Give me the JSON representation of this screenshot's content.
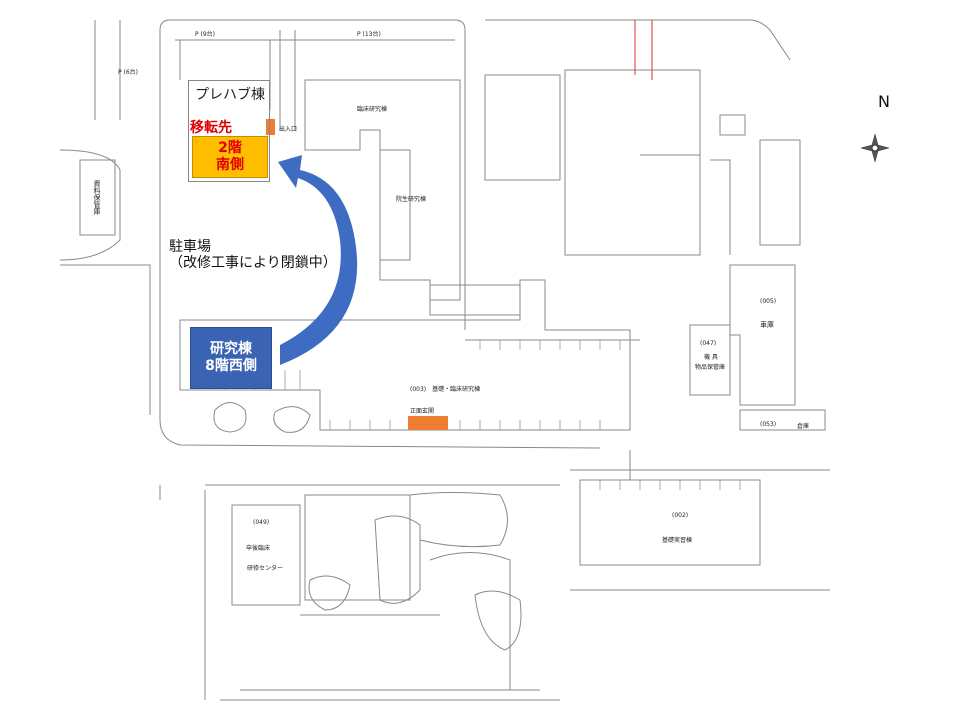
{
  "compass": {
    "label": "N"
  },
  "prefab": {
    "label": "プレハブ棟"
  },
  "destination": {
    "heading": "移転先",
    "box_text": "2階\n南側",
    "heading_color": "#e00000",
    "box_color": "#ffbe00"
  },
  "source": {
    "box_text": "研究棟\n8階西側",
    "box_color": "#3a63b4"
  },
  "arrow_color": "#3d6cc2",
  "entrance_color": "#ed7d31",
  "parking": {
    "line1": "駐車場",
    "line2": "（改修工事により閉鎖中）"
  },
  "labels": {
    "exit": "出入口",
    "p9": "P (9台)",
    "p13": "P (13台)",
    "p6": "P (6台)",
    "clinical": "臨床研究棟",
    "grad": "院生研究棟",
    "archive": "資料保管庫",
    "b005": "(005)",
    "garage": "車庫",
    "b047": "(047)",
    "goods1": "機 具",
    "goods2": "物品保管庫",
    "b053": "(053)",
    "warehouse": "倉庫",
    "b003": "(003)　基礎・臨床研究棟",
    "front": "正面玄関",
    "b049": "(049)",
    "post1": "卒後臨床",
    "post2": "研修センター",
    "b002": "(002)",
    "basic": "基礎実習棟"
  }
}
